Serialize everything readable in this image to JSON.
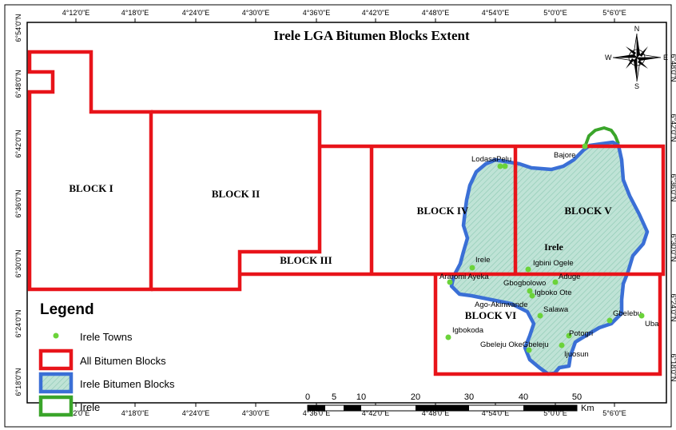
{
  "title": "Irele LGA Bitumen Blocks Extent",
  "top_ticks": [
    "4°12'0\"E",
    "4°18'0\"E",
    "4°24'0\"E",
    "4°30'0\"E",
    "4°36'0\"E",
    "4°42'0\"E",
    "4°48'0\"E",
    "4°54'0\"E",
    "5°0'0\"E",
    "5°6'0\"E"
  ],
  "bottom_ticks": [
    "4°12'0\"E",
    "4°18'0\"E",
    "4°24'0\"E",
    "4°30'0\"E",
    "4°36'0\"E",
    "4°42'0\"E",
    "4°48'0\"E",
    "4°54'0\"E",
    "5°0'0\"E",
    "5°6'0\"E"
  ],
  "left_ticks": [
    "6°54'0\"N",
    "6°48'0\"N",
    "6°42'0\"N",
    "6°36'0\"N",
    "6°30'0\"N",
    "6°24'0\"N",
    "6°18'0\"N"
  ],
  "right_ticks": [
    "6°48'0\"N",
    "6°42'0\"N",
    "6°36'0\"N",
    "6°30'0\"N",
    "6°24'0\"N",
    "6°18'0\"N"
  ],
  "blocks": {
    "b1": "BLOCK I",
    "b2": "BLOCK  II",
    "b3": "BLOCK III",
    "b4": "BLOCK IV",
    "b5": "BLOCK V",
    "b6": "BLOCK VI"
  },
  "irele_label": "Irele",
  "towns": {
    "lodasa": "LodasaPelu",
    "bajore": "Bajore",
    "irele": "Irele",
    "igbini": "Igbini Ogele",
    "araromi": "Araromi Ayeka",
    "aduge": "Aduge",
    "gbogbolowo": "Gbogbolowo",
    "igboko": "Igboko Ote",
    "ago": "Ago-Akinwande",
    "salawa": "Salawa",
    "gbelebu": "Gbelebu",
    "uba": "Uba",
    "igbokoda": "Igbokoda",
    "potogri": "Potogri",
    "gbeleju": "Gbeleju OkeGbeleju",
    "ijuosun": "Ijuosun"
  },
  "legend": {
    "title": "Legend",
    "towns": "Irele Towns",
    "all_blocks": "All Bitumen Blocks",
    "irele_blocks": "Irele Bitumen Blocks",
    "irele": "Irele"
  },
  "scale": {
    "labels": [
      "0",
      "5",
      "10",
      "20",
      "30",
      "40",
      "50"
    ],
    "unit": "Km"
  },
  "compass": {
    "n": "N",
    "s": "S",
    "e": "E",
    "w": "W"
  },
  "colors": {
    "blocks": "#e8141a",
    "irele_blocks": "#3a6fd6",
    "irele_outline": "#3aa52a",
    "fill": "#b9dfd2",
    "town": "#6bd33a"
  }
}
